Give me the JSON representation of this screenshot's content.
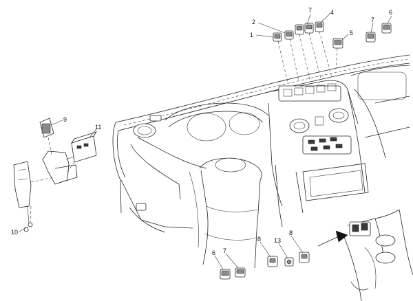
{
  "callouts": {
    "c1": "1",
    "c2": "2",
    "c7a": "7",
    "c4": "4",
    "c5": "5",
    "c7b": "7",
    "c6a": "6",
    "c9": "9",
    "c11": "11",
    "c10": "10",
    "c6b": "6",
    "c7c": "7",
    "c8a": "8",
    "c13": "13",
    "c8b": "8"
  }
}
